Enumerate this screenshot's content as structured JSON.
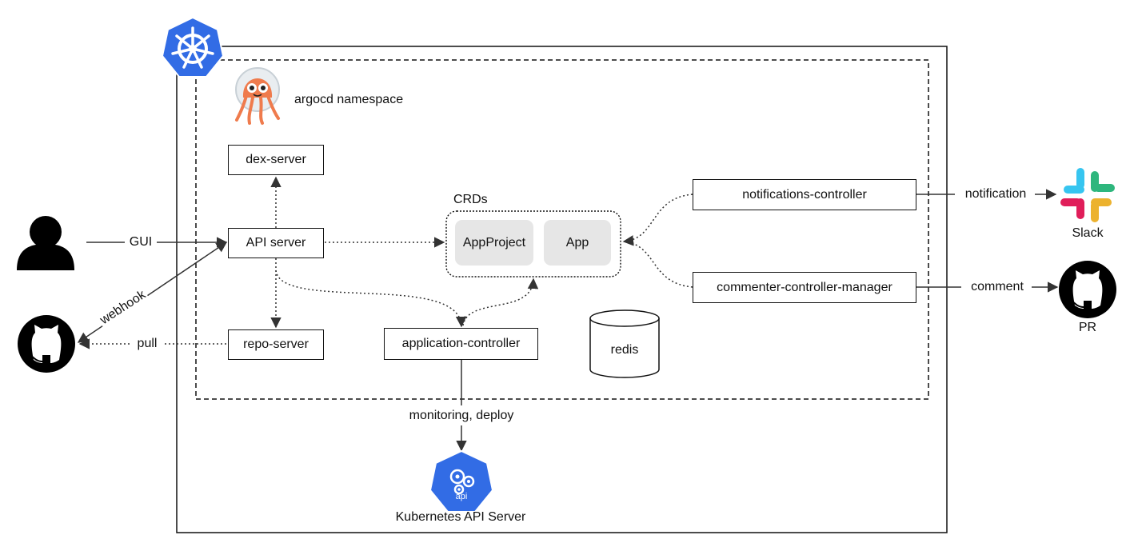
{
  "namespace": {
    "label": "argocd namespace"
  },
  "components": {
    "dex_server": "dex-server",
    "api_server": "API server",
    "repo_server": "repo-server",
    "application_controller": "application-controller",
    "notifications_controller": "notifications-controller",
    "commenter_controller_manager": "commenter-controller-manager",
    "redis": "redis"
  },
  "crds": {
    "title": "CRDs",
    "items": [
      "AppProject",
      "App"
    ]
  },
  "edges": {
    "gui": "GUI",
    "webhook": "webhook",
    "pull": "pull",
    "notification": "notification",
    "comment": "comment",
    "monitoring": "monitoring, deploy"
  },
  "externals": {
    "slack": "Slack",
    "pr": "PR",
    "k8s_api_server": "Kubernetes API Server",
    "api_badge": "api"
  },
  "icons": [
    "kubernetes-helm-icon",
    "argo-mascot-icon",
    "user-icon",
    "github-icon",
    "slack-icon",
    "github-pr-icon",
    "kubernetes-api-icon"
  ],
  "colors": {
    "k8s_blue": "#326ce5",
    "argo_orange": "#ef7b4d",
    "pill_gray": "#e6e6e6"
  }
}
